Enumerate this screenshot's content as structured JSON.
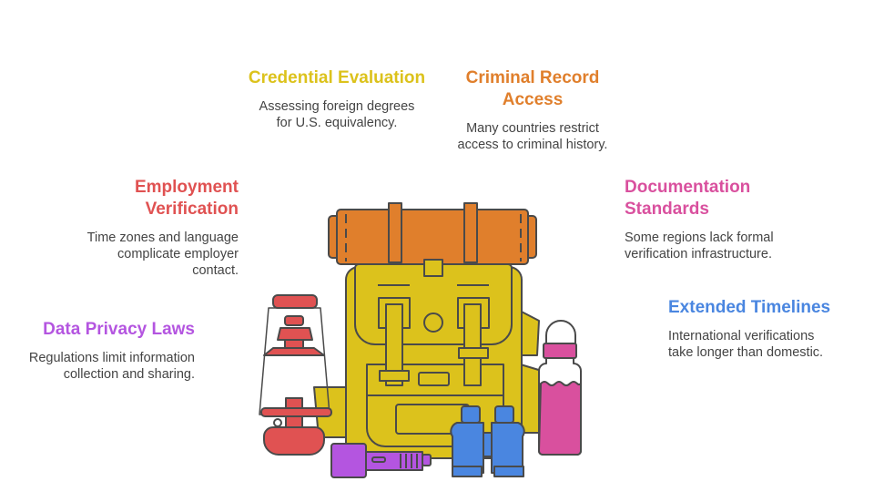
{
  "colors": {
    "credential": "#DCC21C",
    "criminal": "#E07F2C",
    "employment": "#E05252",
    "documentation": "#D9509E",
    "timelines": "#4A86E0",
    "privacy": "#B455E0",
    "text": "#444444"
  },
  "items": {
    "credential": {
      "title": "Credential Evaluation",
      "desc": "Assessing foreign degrees for U.S. equivalency."
    },
    "criminal": {
      "title": "Criminal Record Access",
      "desc": "Many countries restrict access to criminal history."
    },
    "employment": {
      "title": "Employment Verification",
      "desc": "Time zones and language complicate employer contact."
    },
    "documentation": {
      "title": "Documentation Standards",
      "desc": "Some regions lack formal verification infrastructure."
    },
    "timelines": {
      "title": "Extended Timelines",
      "desc": "International verifications take longer than domestic."
    },
    "privacy": {
      "title": "Data Privacy Laws",
      "desc": "Regulations limit information collection and sharing."
    }
  }
}
